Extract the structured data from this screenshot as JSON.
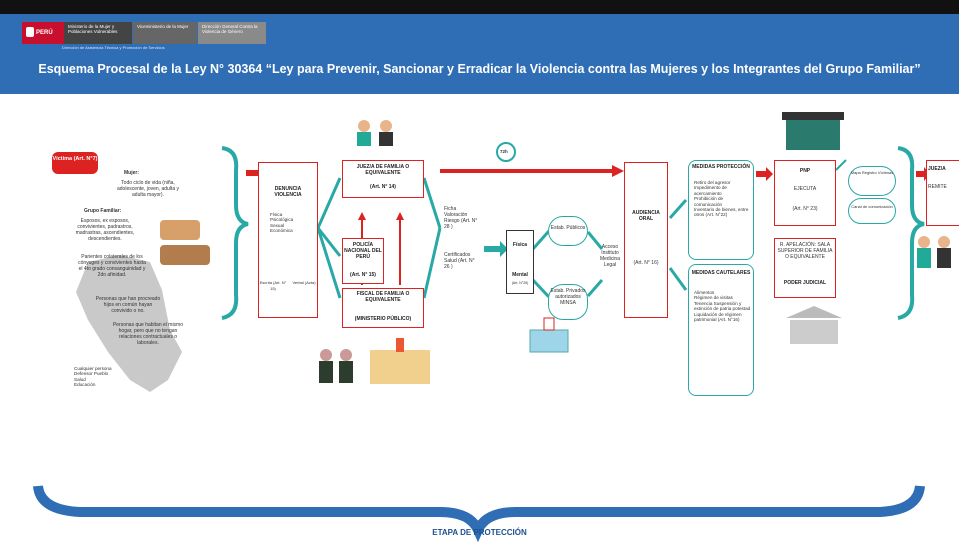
{
  "header": {
    "gov_logo": "PERÚ",
    "ministry": "Ministerio de la Mujer y Poblaciones Vulnerables",
    "vice_ministry": "Viceministerio de la Mujer",
    "direction": "Dirección General Contra la Violencia de Género",
    "sub_direction": "Dirección de Asistencia Técnica y Promoción de Servicios",
    "title": "Esquema Procesal de la  Ley N° 30364 “Ley para Prevenir, Sancionar y Erradicar la Violencia contra las Mujeres y los Integrantes del Grupo Familiar”"
  },
  "victim": {
    "badge": "Víctima (Art. N°7)",
    "mujer_title": "Mujer:",
    "mujer_text": "Todo ciclo de vida (niña, adolescente, joven, adulta y adulta mayor).",
    "grupo_title": "Grupo Familiar:",
    "grupo_items": [
      "Esposos, ex esposos, convivientes, padrastros, madrastras, ascendientes, descendientes.",
      "Parientes colaterales de los cónyuges y convivientes hasta el 4to grado consanguinidad y 2do afinidad.",
      "Personas que han procreado hijos en común hayan convivido o no.",
      "Personas que habitan el mismo hogar, pero que no tengan relaciones contractuales o laborales."
    ],
    "others": [
      "Cualquier persona",
      "Defensor Pueblo",
      "Salud",
      "Educación"
    ]
  },
  "denuncia": {
    "title": "DENUNCIA VIOLENCIA",
    "items": [
      "Física",
      "Psicológica",
      "Sexual",
      "Económica"
    ],
    "escrita": "Escrita (Art. N° 15)",
    "verbal": "Verbal (Acta)"
  },
  "juez": {
    "title": "JUEZ/A DE FAMILIA O EQUIVALENTE",
    "art": "(Art. N° 14)"
  },
  "policia": {
    "title": "POLICÍA NACIONAL DEL PERÚ",
    "art": "(Art. N° 15)"
  },
  "fiscal": {
    "title": "FISCAL DE FAMILIA O EQUIVALENTE",
    "art": "(MINISTERIO PÚBLICO)"
  },
  "ficha": {
    "items": [
      "Ficha Valoración Riesgo (Art. N° 28 )",
      "Certificados Salud (Art. N° 26 )"
    ],
    "hours": "72h"
  },
  "salud": {
    "fisica": "Física",
    "mental": "Mental",
    "mental_note": "(Art. N°26)",
    "publicos": "Estab. Públicos",
    "privados": "Estab. Privados autorizados MINSA",
    "acceso": "Acceso Instituto Medicina Legal"
  },
  "audiencia": {
    "title": "AUDIENCIA ORAL",
    "art": "(Art. N° 16)"
  },
  "proteccion": {
    "title": "MEDIDAS PROTECCIÓN",
    "items": [
      "Retiro del agresor",
      "Impedimento de acercamiento",
      "Prohibición de comunicación",
      "Inventario de bienes, entre otros (Art. N°22)"
    ]
  },
  "cautelares": {
    "title": "MEDIDAS CAUTELARES",
    "items": [
      "Alimentos",
      "Régimen de visitas",
      "Tenencia Suspensión y extinción de patria potestad",
      "Liquidación de régimen patrimonial (Art. N°16)"
    ]
  },
  "pnp": {
    "title": "PNP",
    "ejecuta": "EJECUTA",
    "art": "(Art. N° 23)",
    "mapa": "Mapa Registro Víctimas",
    "canal": "Canal de comunicación"
  },
  "apelacion": {
    "text": "R. APELACIÓN: SALA SUPERIOR DE FAMILIA O EQUIVALENTE",
    "poder": "PODER JUDICIAL"
  },
  "remite": {
    "title": "JUEZ/A",
    "text": "REMITE"
  },
  "stage_label": "ETAPA DE PROTECCIÓN",
  "colors": {
    "header_blue": "#2f6db5",
    "teal": "#29a9a6",
    "red": "#d22222"
  }
}
